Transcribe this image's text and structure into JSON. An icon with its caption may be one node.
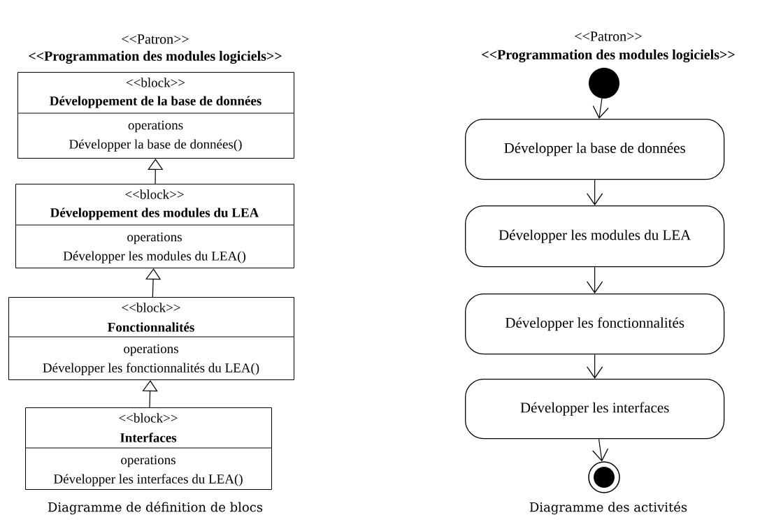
{
  "diagram": {
    "nodes": [
      {
        "text": [
          "<<block>>",
          "Développement de la base de données",
          "operations",
          "Développer la base de données()"
        ]
      },
      {
        "text": [
          "<<block>>",
          "Développement des modules du LEA",
          "operations",
          "Développer les modules du LEA()"
        ]
      },
      {
        "text": [
          "<<block>>",
          "Fonctionnalités",
          "operations",
          "Développer les fonctionnalités du LEA()"
        ]
      },
      {
        "text": [
          "<<block>>",
          "Interfaces",
          "operations",
          "Développer les interfaces du LEA()"
        ]
      },
      {
        "text": [],
        "shape": "circle"
      },
      {
        "text": [
          "Développer la base de données"
        ]
      },
      {
        "text": [
          "Développer les modules du LEA"
        ]
      },
      {
        "text": [
          "Développer les fonctionnalités"
        ]
      },
      {
        "text": [
          "Développer les interfaces"
        ]
      },
      {
        "text": [],
        "shape": "circle"
      }
    ],
    "edges": [
      {
        "from": 1,
        "to": 0,
        "arrow": "to"
      },
      {
        "from": 2,
        "to": 1,
        "arrow": "to"
      },
      {
        "from": 3,
        "to": 2,
        "arrow": "to"
      },
      {
        "from": 4,
        "to": 5,
        "arrow": "to"
      },
      {
        "from": 5,
        "to": 6,
        "arrow": "to"
      },
      {
        "from": 6,
        "to": 7,
        "arrow": "to"
      },
      {
        "from": 7,
        "to": 8,
        "arrow": "to"
      },
      {
        "from": 8,
        "to": 9,
        "arrow": "to"
      }
    ],
    "labels": [
      "<<Patron>>",
      "<<Programmation des modules logiciels>>",
      "<<Patron>>",
      "<<Programmation des modules logiciels>>",
      "Diagramme de définition de blocs",
      "Diagramme des activités"
    ]
  }
}
